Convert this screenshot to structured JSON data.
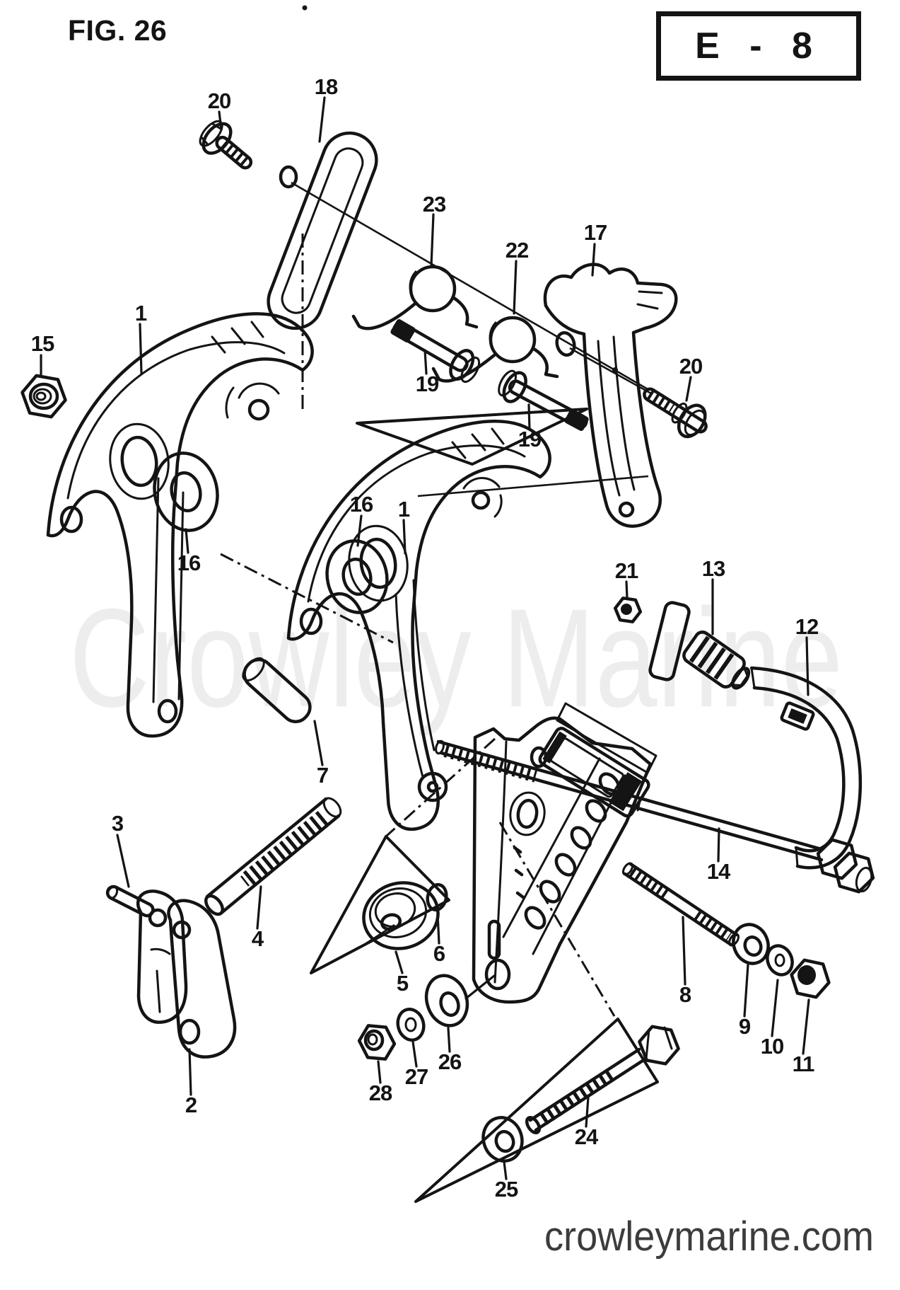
{
  "figure_label": "FIG. 26",
  "grid_reference": "E - 8",
  "watermark": "Crowley Marine",
  "website": "crowleymarine.com",
  "callouts": [
    "20",
    "18",
    "23",
    "22",
    "17",
    "15",
    "1",
    "19",
    "19",
    "20",
    "16",
    "16",
    "1",
    "21",
    "13",
    "12",
    "7",
    "3",
    "4",
    "5",
    "6",
    "2",
    "26",
    "27",
    "28",
    "14",
    "8",
    "9",
    "10",
    "11",
    "24",
    "25"
  ],
  "colors": {
    "ink": "#141414",
    "watermark": "#ededed",
    "website_text": "#3c3c3c",
    "background": "#ffffff"
  }
}
